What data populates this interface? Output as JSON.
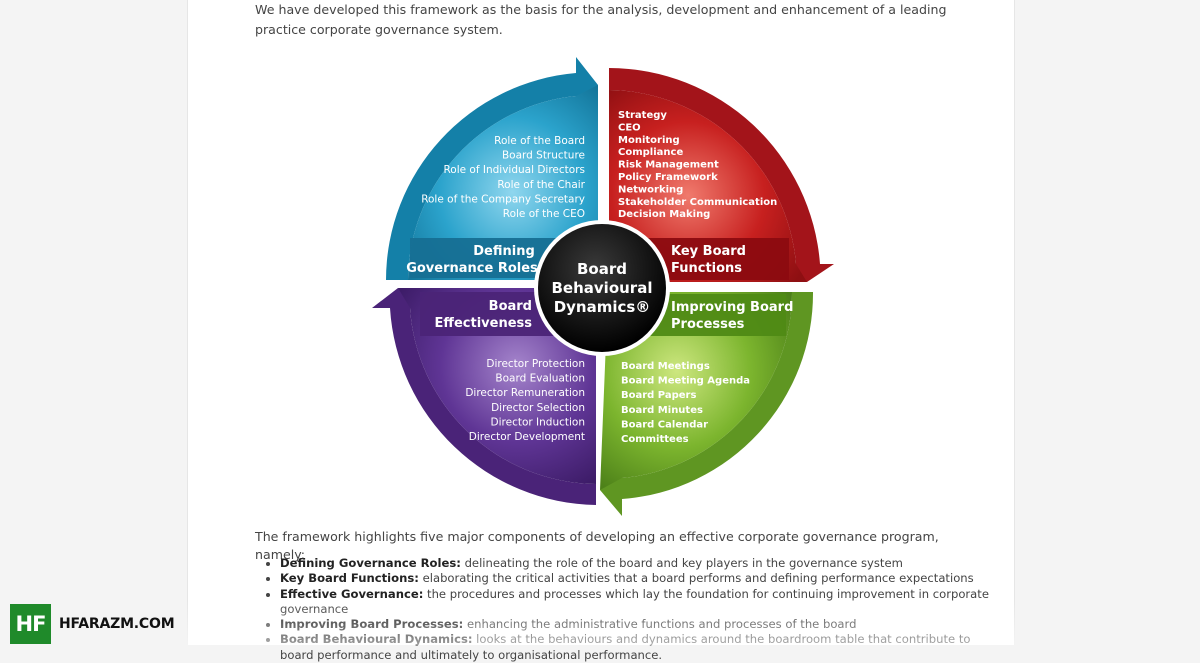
{
  "intro": "We have developed this framework as the basis for the analysis, development and enhancement of a leading practice corporate governance system.",
  "diagram": {
    "center": [
      "Board",
      "Behavioural",
      "Dynamics®"
    ],
    "quadrants": {
      "defining": {
        "title": [
          "Defining",
          "Governance Roles"
        ],
        "items": [
          "Role of the Board",
          "Board Structure",
          "Role of Individual Directors",
          "Role of the Chair",
          "Role of the Company Secretary",
          "Role of the CEO"
        ],
        "color": "#1f93b9"
      },
      "functions": {
        "title": [
          "Key Board",
          "Functions"
        ],
        "items": [
          "Strategy",
          "CEO",
          "Monitoring",
          "Compliance",
          "Risk Management",
          "Policy Framework",
          "Networking",
          "Stakeholder Communication",
          "Decision Making"
        ],
        "color": "#c0161b"
      },
      "effectiveness": {
        "title": [
          "Board",
          "Effectiveness"
        ],
        "items": [
          "Director Protection",
          "Board Evaluation",
          "Director Remuneration",
          "Director Selection",
          "Director Induction",
          "Director Development"
        ],
        "color": "#5b2e8e"
      },
      "processes": {
        "title": [
          "Improving Board",
          "Processes"
        ],
        "items": [
          "Board Meetings",
          "Board Meeting Agenda",
          "Board Papers",
          "Board Minutes",
          "Board Calendar",
          "Committees"
        ],
        "color": "#6fa32a"
      }
    }
  },
  "lead": "The framework highlights five major components of developing an effective corporate governance program, namely:",
  "components": [
    {
      "term": "Defining Governance Roles:",
      "desc": "delineating the role of the board and key players in the governance system"
    },
    {
      "term": "Key Board Functions:",
      "desc": "elaborating the critical activities that a board performs and defining performance expectations"
    },
    {
      "term": "Effective Governance:",
      "desc": "the procedures and processes which lay the foundation for continuing improvement in corporate governance"
    },
    {
      "term": "Improving Board Processes:",
      "desc": "enhancing the administrative functions and processes of the board"
    },
    {
      "term": "Board Behavioural Dynamics:",
      "desc": "looks at the behaviours and dynamics around the boardroom table that contribute to board performance and ultimately to organisational performance."
    }
  ],
  "logo": {
    "mark": "HF",
    "text": "HFARAZM.COM"
  }
}
